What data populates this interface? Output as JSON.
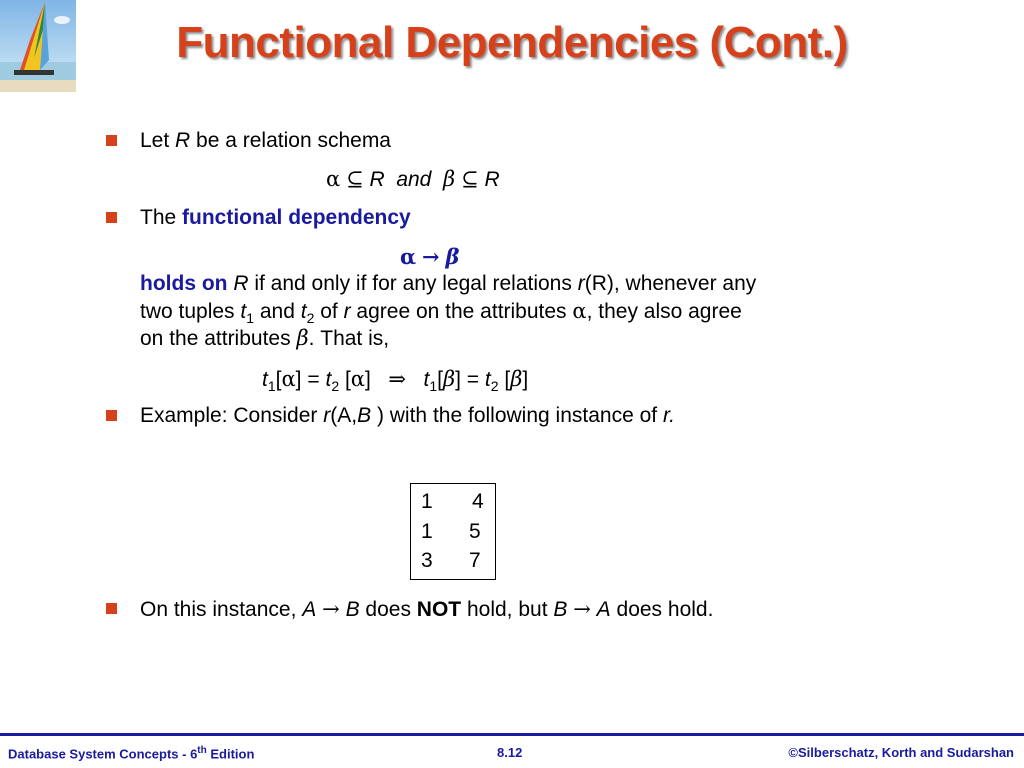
{
  "title": "Functional Dependencies (Cont.)",
  "bullets": {
    "b1": {
      "pre": "Let ",
      "var": "R",
      "post": " be a relation schema"
    },
    "b1_formula": {
      "alpha": "α",
      "subset1": "⊆",
      "r1": "R",
      "and": "and",
      "beta": "β",
      "subset2": "⊆",
      "r2": "R"
    },
    "b2": {
      "pre": "The ",
      "highlight": "functional dependency"
    },
    "b2_formula": {
      "alpha": "α",
      "arrow": "→",
      "beta": "β"
    },
    "b2_body": {
      "holds_on": "holds on",
      "r": "R",
      "line1": " if and only if for any legal relations ",
      "rvar": "r",
      "rarg": "(R), whenever any",
      "line2a": "two tuples ",
      "t": "t",
      "sub1": "1",
      "and": " and ",
      "sub2": "2",
      "of": " of ",
      "rvar2": "r",
      "line2b": " agree on the attributes ",
      "alpha": "α",
      "line2c": ", they also agree",
      "line3a": "on the attributes ",
      "beta": "β",
      "line3b": ".  That is,"
    },
    "b2_equation": {
      "t": "t",
      "sub1": "1",
      "sub2": "2",
      "lb": "[",
      "rb": "]",
      "alpha": "α",
      "beta": "β",
      "eq": "=",
      "implies": "⇒"
    },
    "b3": {
      "pre": "Example:  Consider ",
      "r": "r",
      "args_open": "(A,",
      "b": "B",
      "args_close": " ) with the following instance of ",
      "r2": "r."
    },
    "b4": {
      "pre": "On this instance, ",
      "a": "A",
      "arrow": "→",
      "b": "B",
      "mid": " does ",
      "not": "NOT",
      "mid2": " hold, but  ",
      "b2": "B",
      "arrow2": "→",
      "a2": "A",
      "post": " does hold."
    }
  },
  "table": {
    "rows": [
      [
        "1",
        "4"
      ],
      [
        "1",
        "5"
      ],
      [
        "3",
        "7"
      ]
    ]
  },
  "footer": {
    "left_pre": "Database System Concepts - 6",
    "left_sup": "th",
    "left_post": " Edition",
    "center": "8.12",
    "right": "©Silberschatz, Korth and Sudarshan"
  },
  "colors": {
    "accent": "#d6411b",
    "blue": "#1a1a9e"
  }
}
